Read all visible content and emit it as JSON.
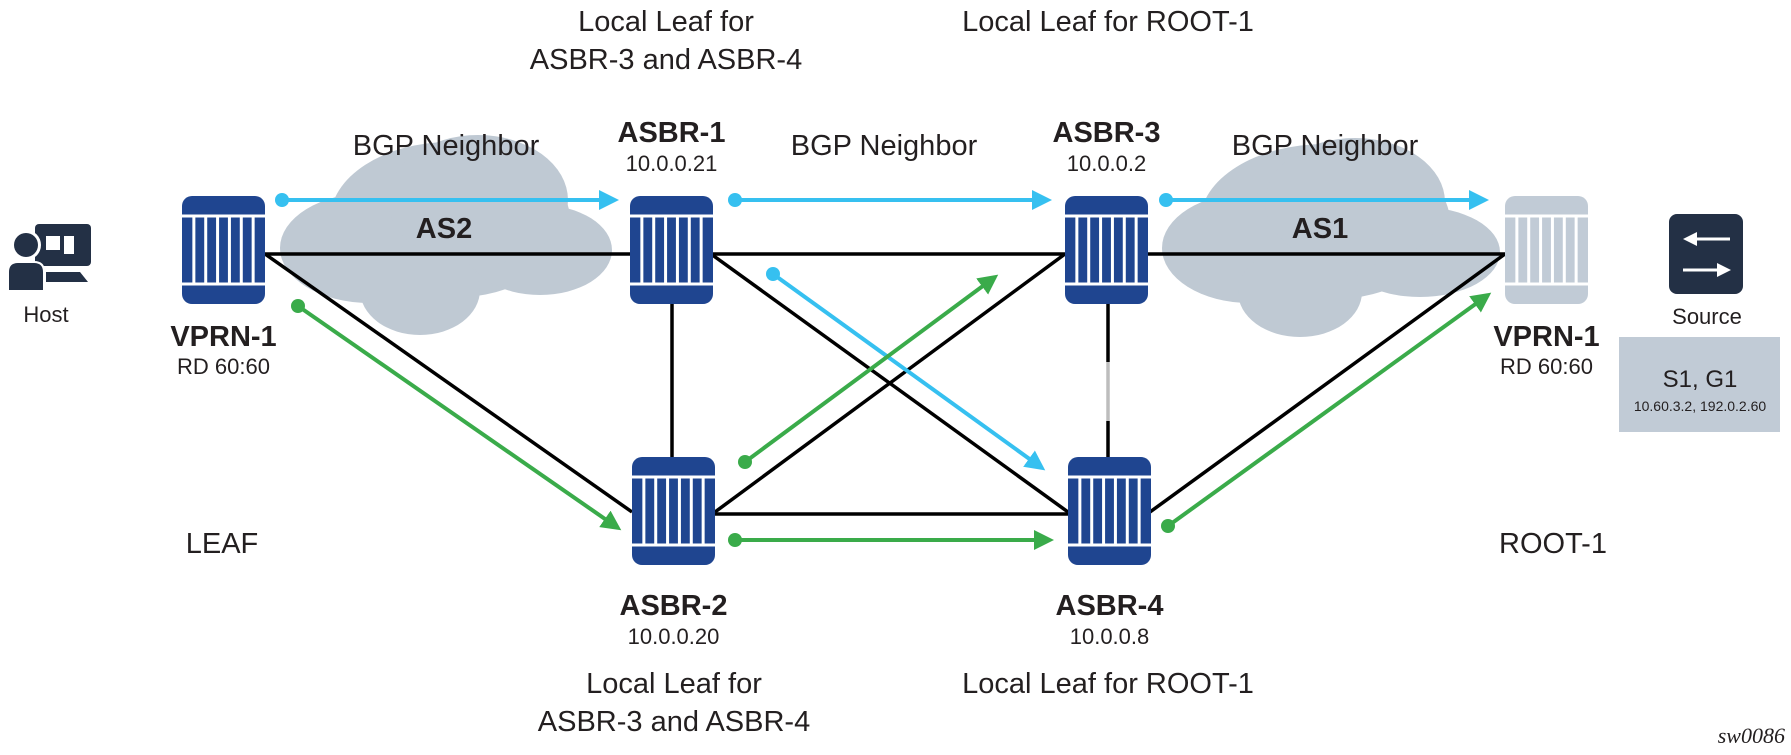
{
  "figure_ref": "sw0086",
  "colors": {
    "router_blue": "#1f4590",
    "router_gray": "#c1cbd6",
    "cloud": "#bfc9d3",
    "link": "#000000",
    "bgp_arrow": "#36c0f0",
    "mcast_arrow": "#3aab4a",
    "dark_icon": "#233045",
    "source_box": "#c1cbd6"
  },
  "host": {
    "label": "Host",
    "icon": "host-computer-icon"
  },
  "source": {
    "label": "Source",
    "icon": "switch-arrows-icon",
    "box_title": "S1, G1",
    "box_detail": "10.60.3.2, 192.0.2.60"
  },
  "clouds": [
    {
      "id": "as2",
      "label": "AS2"
    },
    {
      "id": "as1",
      "label": "AS1"
    }
  ],
  "bgp_labels": [
    "BGP Neighbor",
    "BGP Neighbor",
    "BGP Neighbor"
  ],
  "roles": {
    "leaf": "LEAF",
    "root": "ROOT-1"
  },
  "annotations": {
    "top_left_line1": "Local Leaf for",
    "top_left_line2": "ASBR-3 and ASBR-4",
    "top_right": "Local Leaf for ROOT-1",
    "bottom_left_line1": "Local Leaf for",
    "bottom_left_line2": "ASBR-3 and ASBR-4",
    "bottom_right": "Local Leaf for ROOT-1"
  },
  "nodes": [
    {
      "id": "vprn-left",
      "name": "VPRN-1",
      "sub": "RD 60:60",
      "style": "blue"
    },
    {
      "id": "asbr1",
      "name": "ASBR-1",
      "sub": "10.0.0.21",
      "style": "blue"
    },
    {
      "id": "asbr3",
      "name": "ASBR-3",
      "sub": "10.0.0.2",
      "style": "blue"
    },
    {
      "id": "vprn-right",
      "name": "VPRN-1",
      "sub": "RD 60:60",
      "style": "gray"
    },
    {
      "id": "asbr2",
      "name": "ASBR-2",
      "sub": "10.0.0.20",
      "style": "blue"
    },
    {
      "id": "asbr4",
      "name": "ASBR-4",
      "sub": "10.0.0.8",
      "style": "blue"
    }
  ],
  "links": [
    {
      "from": "vprn-left",
      "to": "asbr1"
    },
    {
      "from": "vprn-left",
      "to": "asbr2"
    },
    {
      "from": "asbr1",
      "to": "asbr3"
    },
    {
      "from": "asbr1",
      "to": "asbr2"
    },
    {
      "from": "asbr1",
      "to": "asbr4"
    },
    {
      "from": "asbr2",
      "to": "asbr3"
    },
    {
      "from": "asbr2",
      "to": "asbr4"
    },
    {
      "from": "asbr3",
      "to": "asbr4",
      "dashed_segment": true
    },
    {
      "from": "asbr3",
      "to": "vprn-right"
    },
    {
      "from": "asbr4",
      "to": "vprn-right"
    }
  ],
  "flows": [
    {
      "type": "bgp",
      "from": "vprn-left",
      "to": "asbr1"
    },
    {
      "type": "bgp",
      "from": "asbr1",
      "to": "asbr3"
    },
    {
      "type": "bgp",
      "from": "asbr3",
      "to": "vprn-right"
    },
    {
      "type": "bgp",
      "from": "asbr1",
      "to": "asbr4"
    },
    {
      "type": "mcast",
      "from": "vprn-left",
      "to": "asbr2"
    },
    {
      "type": "mcast",
      "from": "asbr2",
      "to": "asbr3"
    },
    {
      "type": "mcast",
      "from": "asbr2",
      "to": "asbr4"
    },
    {
      "type": "mcast",
      "from": "asbr4",
      "to": "vprn-right"
    }
  ]
}
